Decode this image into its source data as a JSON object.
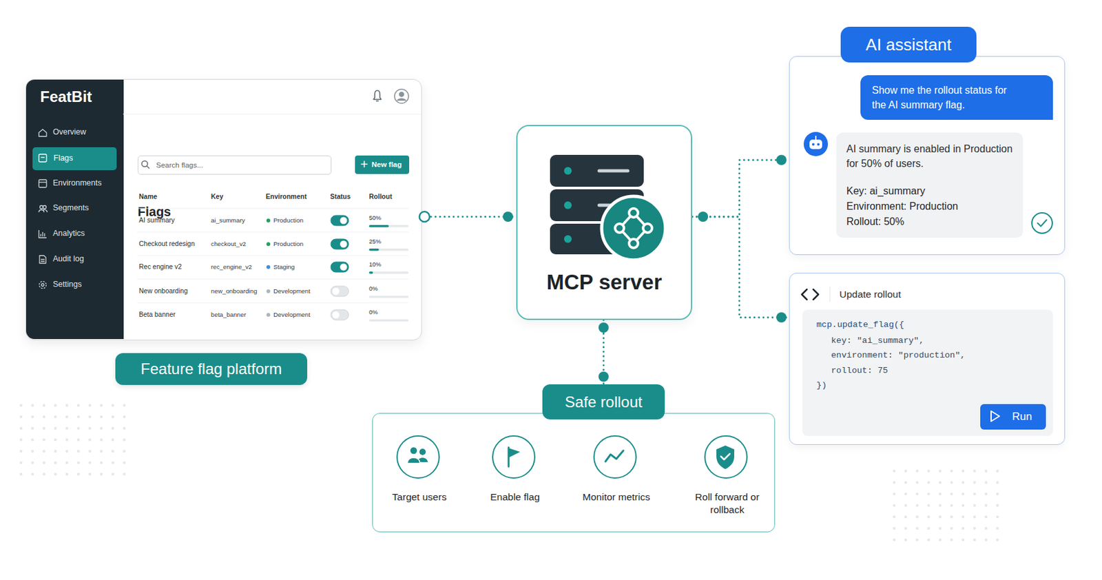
{
  "diagram": {
    "nodes": [
      {
        "text": [
          "Flags"
        ]
      },
      {
        "text": [
          "FeatBit"
        ],
        "in": 0
      },
      {
        "text": [
          "Flags"
        ],
        "in": 1
      },
      {
        "text": [
          "Search flags..."
        ],
        "in": 0
      },
      {
        "text": [
          "New flag"
        ],
        "in": 0
      },
      {
        "text": [
          "Feature flag platform"
        ]
      },
      {
        "text": [
          "MCP server"
        ]
      },
      {
        "text": [
          "AI assistant"
        ]
      },
      {
        "text": [
          "Show me the rollout status for the AI summary flag."
        ],
        "in": 7
      },
      {
        "text": [
          "AI summary is enabled in Production for 50% of users.",
          "Key: ai_summary",
          "Environment: Production",
          "Rollout: 50%"
        ],
        "in": 7
      },
      {
        "text": [
          "Update rollout"
        ]
      },
      {
        "text": [
          "mcp.update_flag({",
          "key: \"ai_summary\",",
          "environment: \"production\",",
          "rollout: 75",
          "})"
        ],
        "in": 10
      },
      {
        "text": [
          "Run"
        ],
        "in": 11
      },
      {
        "text": [
          "Safe rollout"
        ]
      },
      {
        "text": [
          "Target users"
        ],
        "in": 13
      },
      {
        "text": [
          "Enable flag"
        ],
        "in": 13
      },
      {
        "text": [
          "Monitor metrics"
        ],
        "in": 13
      },
      {
        "text": [
          "Roll forward or rollback"
        ],
        "in": 13
      }
    ],
    "edges": [
      {
        "from": 0,
        "to": 6,
        "arrow": "none"
      },
      {
        "from": 6,
        "to": 7,
        "arrow": "none"
      },
      {
        "from": 6,
        "to": 10,
        "arrow": "none"
      },
      {
        "from": 6,
        "to": 13,
        "arrow": "none"
      },
      {
        "from": 14,
        "to": 15,
        "arrow": "none"
      },
      {
        "from": 15,
        "to": 16,
        "arrow": "none"
      },
      {
        "from": 16,
        "to": 17,
        "arrow": "none"
      }
    ],
    "labels": [
      "Overview",
      "Environments",
      "Segments",
      "Analytics",
      "Audit log",
      "Settings",
      "Name",
      "Key",
      "Environment",
      "Status",
      "Rollout",
      "AI summary",
      "ai_summary",
      "Production",
      "50%",
      "Checkout redesign",
      "checkout_v2",
      "Production",
      "25%",
      "Rec engine v2",
      "rec_engine_v2",
      "Staging",
      "10%",
      "New onboarding",
      "new_onboarding",
      "Development",
      "0%",
      "Beta banner",
      "beta_banner",
      "Development",
      "0%"
    ]
  }
}
